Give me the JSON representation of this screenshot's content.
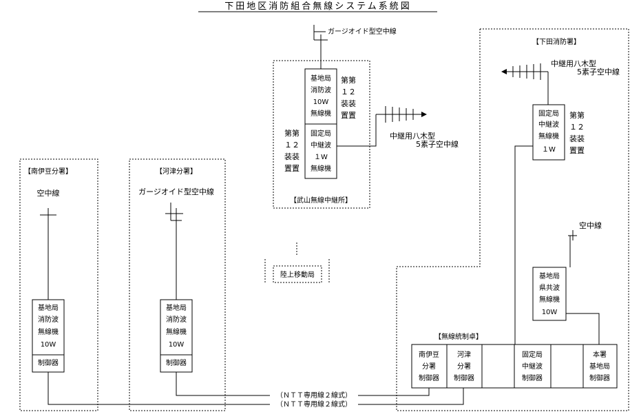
{
  "title": "下田地区消防組合無線システム系統図",
  "antennas": {
    "takeyama_top": "ガージオイド型空中線",
    "takeyama_relay_1": "中継用八木型",
    "takeyama_relay_2": "5素子空中線",
    "shimoda_relay_1": "中継用八木型",
    "shimoda_relay_2": "5素子空中線",
    "shimoda_base": "空中線",
    "minamiizu": "空中線",
    "kawazu": "ガージオイド型空中線"
  },
  "sites": {
    "takeyama": "【武山無線中継所】",
    "shimoda": "【下田消防署】",
    "minamiizu": "【南伊豆分署】",
    "kawazu": "【河津分署】",
    "console": "【無線統制卓】",
    "mobile": "陸上移動局"
  },
  "takeyama": {
    "base": [
      "基地局",
      "消防波",
      "10W",
      "無線機"
    ],
    "base_side": [
      "第第",
      "１２",
      "装装",
      "置置"
    ],
    "fixed": [
      "固定局",
      "中継波",
      "１W",
      "無線機"
    ],
    "fixed_side": [
      "第第",
      "１２",
      "装装",
      "置置"
    ]
  },
  "shimoda": {
    "fixed": [
      "固定局",
      "中継波",
      "無線機",
      "１W"
    ],
    "fixed_side": [
      "第第",
      "１２",
      "装装",
      "置置"
    ],
    "base": [
      "基地局",
      "県共波",
      "無線機",
      "10W"
    ]
  },
  "minamiizu": {
    "radio": [
      "基地局",
      "消防波",
      "無線機",
      "10W"
    ],
    "ctrl": "制御器"
  },
  "kawazu": {
    "radio": [
      "基地局",
      "消防波",
      "無線機",
      "10W"
    ],
    "ctrl": "制御器"
  },
  "console": {
    "units": [
      [
        "南伊豆",
        "分署",
        "制御器"
      ],
      [
        "河津",
        "分署",
        "制御器"
      ],
      [
        "固定局",
        "中継波",
        "制御器"
      ],
      [
        "本署",
        "基地局",
        "制御器"
      ]
    ]
  },
  "ntt": [
    "（ＮＴＴ専用線２線式）",
    "（ＮＴＴ専用線２線式）"
  ]
}
